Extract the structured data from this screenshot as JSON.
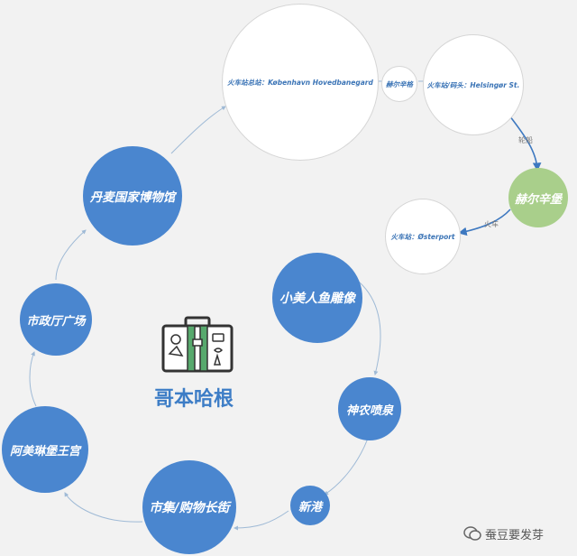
{
  "center": {
    "title": "哥本哈根",
    "icon": "suitcase-icon"
  },
  "nodes": {
    "central_station": "火车站总站：København Hovedbanegard",
    "helsingor_small": "赫尔辛格",
    "helsingor_station": "火车站/码头：Helsingør St.",
    "helsingor_castle": "赫尔辛堡",
    "osterport": "火车站：Østerport",
    "little_mermaid": "小美人鱼雕像",
    "gefion_fountain": "神农喷泉",
    "nyhavn": "新港",
    "stroget": "市集/购物长街",
    "amalienborg": "阿美琳堡王宫",
    "city_hall": "市政厅广场",
    "national_museum": "丹麦国家博物馆"
  },
  "edge_labels": {
    "ferry": "轮船",
    "train": "火车"
  },
  "watermark": {
    "text": "蚕豆要发芽",
    "icon": "wechat-icon"
  },
  "colors": {
    "blue": "#4a86cf",
    "green": "#a9cf8b",
    "title": "#3d7dc6"
  }
}
